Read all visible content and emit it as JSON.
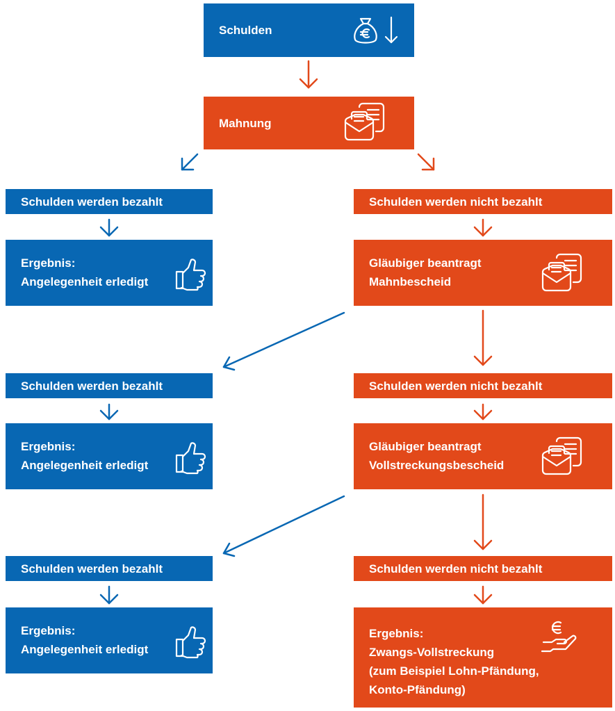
{
  "colors": {
    "blue": "#0867b3",
    "orange": "#e2491a",
    "text": "#ffffff"
  },
  "top": {
    "schulden": {
      "label": "Schulden",
      "icon": "money-bag-euro-icon"
    },
    "mahnung": {
      "label": "Mahnung",
      "icon": "letters-icon"
    }
  },
  "paid": {
    "label": "Schulden werden bezahlt",
    "result_line1": "Ergebnis:",
    "result_line2": "Angelegenheit erledigt",
    "icon": "thumbs-up-icon"
  },
  "unpaid": {
    "label": "Schulden werden nicht bezahlt"
  },
  "mahnbescheid": {
    "line1": "Gläubiger beantragt",
    "line2": "Mahnbescheid",
    "icon": "letters-icon"
  },
  "vollstreckungsbescheid": {
    "line1": "Gläubiger beantragt",
    "line2": "Vollstreckungsbescheid",
    "icon": "letters-icon"
  },
  "final": {
    "line1": "Ergebnis:",
    "line2": "Zwangs-Vollstreckung",
    "line3": "(zum Beispiel Lohn-Pfändung,",
    "line4": "Konto-Pfändung)",
    "icon": "hand-euro-icon"
  }
}
